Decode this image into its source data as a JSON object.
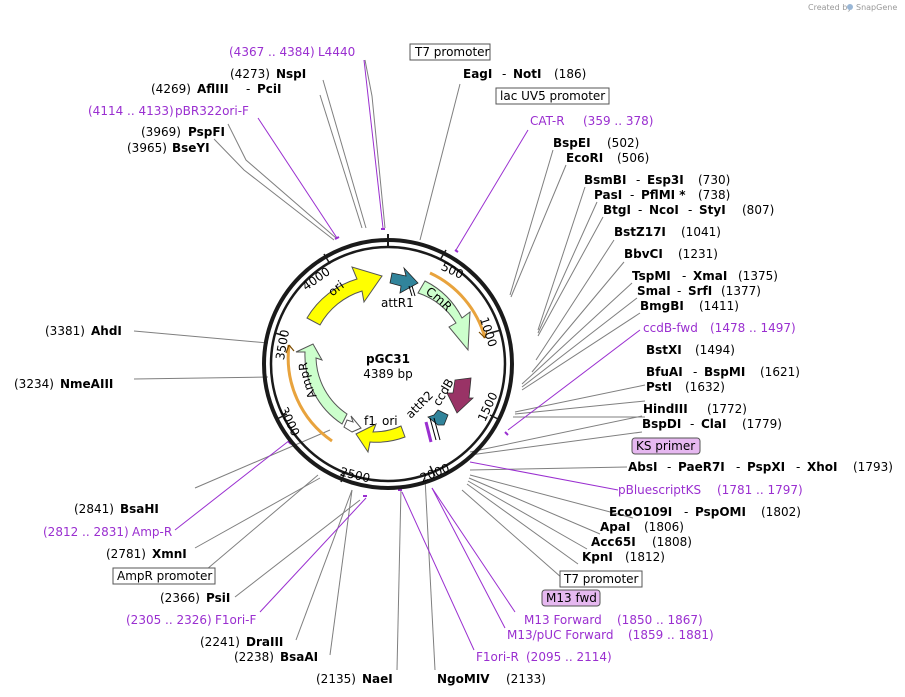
{
  "watermark": {
    "prefix": "Created by",
    "brand": "SnapGene"
  },
  "plasmid": {
    "name": "pGC31",
    "size": "4389 bp"
  },
  "ticks": [
    "500",
    "1000",
    "1500",
    "2000",
    "2500",
    "3000",
    "3500",
    "4000"
  ],
  "features": [
    {
      "label": "ori"
    },
    {
      "label": "attR1"
    },
    {
      "label": "CmR"
    },
    {
      "label": "ccdB"
    },
    {
      "label": "attR2"
    },
    {
      "label": "ori"
    },
    {
      "label": "f1"
    },
    {
      "label": "AmpR"
    }
  ],
  "top_labels": {
    "l4440": {
      "range": "(4367 .. 4384)",
      "name": "L4440"
    },
    "t7_promoter_top": "T7 promoter",
    "nspi": {
      "pos": "(4273)",
      "name": "NspI"
    },
    "eagi_noti": {
      "a": "EagI",
      "sep": "-",
      "b": "NotI",
      "pos": "(186)"
    },
    "afliii_pcii": {
      "pos": "(4269)",
      "a": "AflIII",
      "sep": "-",
      "b": "PciI"
    },
    "lacuv5": "lac UV5 promoter",
    "pbr322ori": {
      "range": "(4114 .. 4133)",
      "name": "pBR322ori-F"
    },
    "catr": {
      "name": "CAT-R",
      "range": "(359 .. 378)"
    },
    "pspfi": {
      "pos": "(3969)",
      "name": "PspFI"
    },
    "bseyi": {
      "pos": "(3965)",
      "name": "BseYI"
    }
  },
  "right_labels": {
    "bspei": {
      "name": "BspEI",
      "pos": "(502)"
    },
    "ecori": {
      "name": "EcoRI",
      "pos": "(506)"
    },
    "bsmbi": {
      "a": "BsmBI",
      "sep": "-",
      "b": "Esp3I",
      "pos": "(730)"
    },
    "pasi": {
      "a": "PasI",
      "sep": "-",
      "b": "PflMI *",
      "pos": "(738)"
    },
    "btgi": {
      "a": "BtgI",
      "sep1": "-",
      "b": "NcoI",
      "sep2": "-",
      "c": "StyI",
      "pos": "(807)"
    },
    "bstz17i": {
      "name": "BstZ17I",
      "pos": "(1041)"
    },
    "bbvci": {
      "name": "BbvCI",
      "pos": "(1231)"
    },
    "tspmi": {
      "a": "TspMI",
      "sep": "-",
      "b": "XmaI",
      "pos": "(1375)"
    },
    "smai": {
      "a": "SmaI",
      "sep": "-",
      "b": "SrfI",
      "pos": "(1377)"
    },
    "bmgbi": {
      "name": "BmgBI",
      "pos": "(1411)"
    },
    "ccdbfwd": {
      "name": "ccdB-fwd",
      "range": "(1478 .. 1497)"
    },
    "bstxi": {
      "name": "BstXI",
      "pos": "(1494)"
    },
    "bfuai": {
      "a": "BfuAI",
      "sep": "-",
      "b": "BspMI",
      "pos": "(1621)"
    },
    "psti": {
      "name": "PstI",
      "pos": "(1632)"
    },
    "hindiii": {
      "name": "HindIII",
      "pos": "(1772)"
    },
    "bspdi": {
      "a": "BspDI",
      "sep": "-",
      "b": "ClaI",
      "pos": "(1779)"
    },
    "ksprimer": "KS primer",
    "absi": {
      "a": "AbsI",
      "sep1": "-",
      "b": "PaeR7I",
      "sep2": "-",
      "c": "PspXI",
      "sep3": "-",
      "d": "XhoI",
      "pos": "(1793)"
    },
    "pbluescriptks": {
      "name": "pBluescriptKS",
      "range": "(1781 .. 1797)"
    },
    "ecoo109i": {
      "a": "EcoO109I",
      "sep": "-",
      "b": "PspOMI",
      "pos": "(1802)"
    },
    "apai": {
      "name": "ApaI",
      "pos": "(1806)"
    },
    "acc65i": {
      "name": "Acc65I",
      "pos": "(1808)"
    },
    "kpni": {
      "name": "KpnI",
      "pos": "(1812)"
    },
    "t7_promoter_bottom": "T7 promoter",
    "m13fwd": "M13 fwd",
    "m13forward": {
      "name": "M13 Forward",
      "range": "(1850 .. 1867)"
    },
    "m13puc": {
      "name": "M13/pUC Forward",
      "range": "(1859 .. 1881)"
    },
    "f1orir": {
      "name": "F1ori-R",
      "range": "(2095 .. 2114)"
    },
    "ngomiv": {
      "name": "NgoMIV",
      "pos": "(2133)"
    }
  },
  "left_labels": {
    "ahdi": {
      "pos": "(3381)",
      "name": "AhdI"
    },
    "nmeaiii": {
      "pos": "(3234)",
      "name": "NmeAIII"
    },
    "bsahi": {
      "pos": "(2841)",
      "name": "BsaHI"
    },
    "ampr_primer": {
      "range": "(2812 .. 2831)",
      "name": "Amp-R"
    },
    "xmni": {
      "pos": "(2781)",
      "name": "XmnI"
    },
    "ampr_promoter": "AmpR promoter",
    "psii": {
      "pos": "(2366)",
      "name": "PsiI"
    },
    "f1orif": {
      "range": "(2305 .. 2326)",
      "name": "F1ori-F"
    },
    "draiii": {
      "pos": "(2241)",
      "name": "DraIII"
    },
    "bsaai": {
      "pos": "(2238)",
      "name": "BsaAI"
    },
    "naei": {
      "pos": "(2135)",
      "name": "NaeI"
    }
  },
  "colors": {
    "ori": "#ffff00",
    "cmr": "#ccffcc",
    "ampr": "#ccffcc",
    "attr": "#31849b",
    "ccdb": "#993366",
    "primer": "#9a2fd0",
    "promoter_arc": "#e8a33d",
    "primer_box": "#e6b8f0",
    "backbone": "#1a1a1a"
  }
}
